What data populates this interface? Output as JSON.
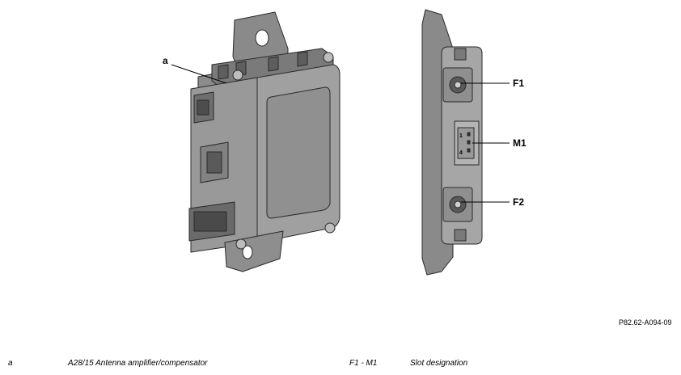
{
  "callouts": {
    "a": "a",
    "f1": "F1",
    "m1": "M1",
    "f2": "F2",
    "pin1": "1",
    "pin4": "4"
  },
  "reference_code": "P82.62-A094-09",
  "legend": [
    {
      "key": "a",
      "text": "A28/15 Antenna amplifier/compensator"
    },
    {
      "key": "F1 - M1",
      "text": "Slot designation"
    }
  ]
}
